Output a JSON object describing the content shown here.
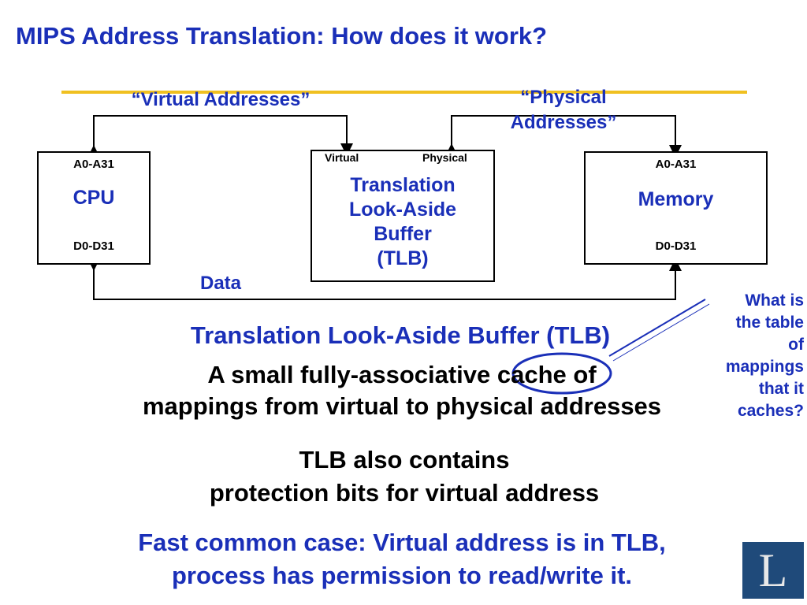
{
  "slide": {
    "title": "MIPS Address Translation: How does it work?"
  },
  "diagram": {
    "virtual_addresses_label": "“Virtual Addresses”",
    "physical_addresses_label_line1": "“Physical",
    "physical_addresses_label_line2": "Addresses”",
    "data_label": "Data",
    "cpu": {
      "addr_pins": "A0-A31",
      "name": "CPU",
      "data_pins": "D0-D31"
    },
    "tlb": {
      "virtual_port": "Virtual",
      "physical_port": "Physical",
      "name_line1": "Translation",
      "name_line2": "Look-Aside",
      "name_line3": "Buffer",
      "name_line4": "(TLB)"
    },
    "memory": {
      "addr_pins": "A0-A31",
      "name": "Memory",
      "data_pins": "D0-D31"
    }
  },
  "body": {
    "tlb_heading": "Translation Look-Aside Buffer (TLB)",
    "tlb_desc_pre": "A small fully-associative ",
    "tlb_desc_highlight": "cache",
    "tlb_desc_post": " of",
    "tlb_desc_line2": "mappings from virtual to physical addresses",
    "protection_line1": "TLB also contains",
    "protection_line2": "protection bits for virtual address",
    "fast_case_line1": "Fast common case: Virtual address is in TLB,",
    "fast_case_line2": "process has permission to read/write it."
  },
  "side_note": {
    "line1": "What is",
    "line2": "the table",
    "line3": "of",
    "line4": "mappings",
    "line5": "that it",
    "line6": "caches?"
  },
  "logo": {
    "letter": "L"
  }
}
